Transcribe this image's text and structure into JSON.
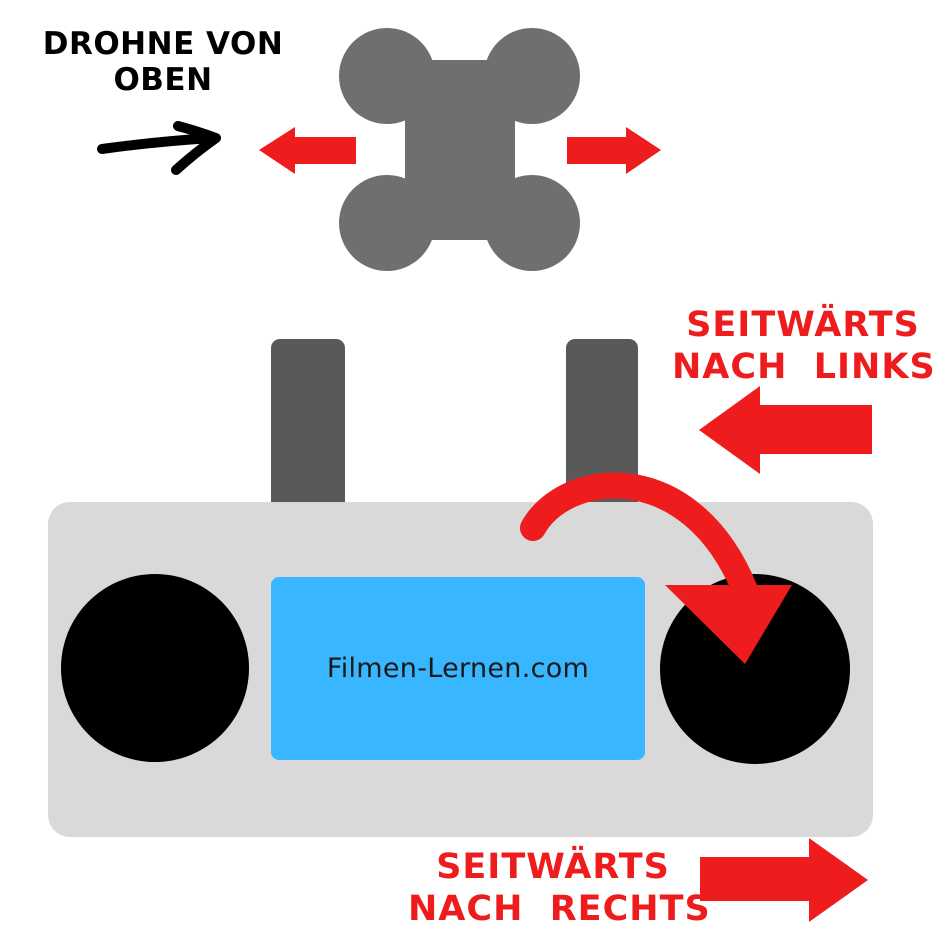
{
  "drone_label": {
    "line1": "DROHNE VON",
    "line2": "OBEN"
  },
  "left_label": {
    "line1": "SEITWÄRTS",
    "line2": "NACH  LINKS"
  },
  "right_label": {
    "line1": "SEITWÄRTS",
    "line2": "NACH  RECHTS"
  },
  "screen_text": "Filmen-Lernen.com",
  "colors": {
    "drone": "#6f6f6f",
    "antenna": "#595959",
    "controller_body": "#d9d9d9",
    "stick": "#000000",
    "screen": "#38b6ff",
    "arrow_red": "#ee1c1c",
    "label_black": "#000000"
  },
  "icons": {
    "drone": "drone-top-view-icon",
    "pointer_arrow": "hand-drawn-arrow-icon",
    "direction_arrows": "arrow-icon",
    "curved_arrow": "curved-arrow-icon"
  }
}
